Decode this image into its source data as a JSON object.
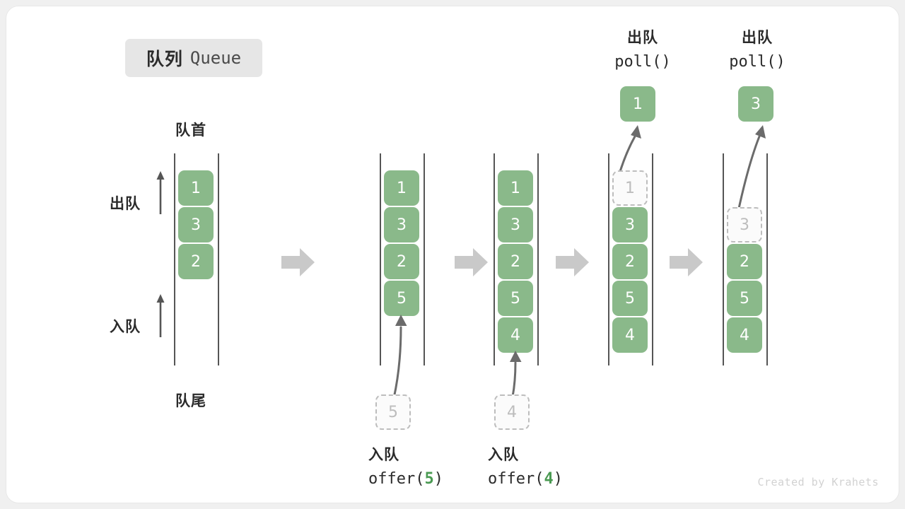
{
  "title": {
    "zh": "队列",
    "en": "Queue"
  },
  "annotations": {
    "head": "队首",
    "tail": "队尾",
    "dequeue": "出队",
    "enqueue": "入队"
  },
  "colors": {
    "cell_fill": "#8ab98a",
    "cell_text": "#ffffff",
    "ghost_border": "#bdbdbd",
    "ghost_text": "#bdbdbd",
    "rail": "#555555",
    "step_arrow": "#c9c9c9",
    "motion_arrow": "#6b6b6b",
    "accent_number": "#4a9a52",
    "badge_bg": "#e6e6e6",
    "canvas": "#ffffff"
  },
  "stages": [
    {
      "id": "stage-initial",
      "cells": [
        {
          "value": "1",
          "state": "filled"
        },
        {
          "value": "3",
          "state": "filled"
        },
        {
          "value": "2",
          "state": "filled"
        }
      ]
    },
    {
      "id": "stage-offer-5",
      "cells": [
        {
          "value": "1",
          "state": "filled"
        },
        {
          "value": "3",
          "state": "filled"
        },
        {
          "value": "2",
          "state": "filled"
        },
        {
          "value": "5",
          "state": "filled"
        }
      ],
      "incoming": {
        "value": "5",
        "state": "ghost"
      },
      "op": {
        "zh": "入队",
        "fn": "offer(",
        "arg": "5",
        "close": ")"
      }
    },
    {
      "id": "stage-offer-4",
      "cells": [
        {
          "value": "1",
          "state": "filled"
        },
        {
          "value": "3",
          "state": "filled"
        },
        {
          "value": "2",
          "state": "filled"
        },
        {
          "value": "5",
          "state": "filled"
        },
        {
          "value": "4",
          "state": "filled"
        }
      ],
      "incoming": {
        "value": "4",
        "state": "ghost"
      },
      "op": {
        "zh": "入队",
        "fn": "offer(",
        "arg": "4",
        "close": ")"
      }
    },
    {
      "id": "stage-poll-1",
      "cells": [
        {
          "value": "1",
          "state": "ghost"
        },
        {
          "value": "3",
          "state": "filled"
        },
        {
          "value": "2",
          "state": "filled"
        },
        {
          "value": "5",
          "state": "filled"
        },
        {
          "value": "4",
          "state": "filled"
        }
      ],
      "outgoing": {
        "value": "1",
        "state": "filled"
      },
      "op": {
        "zh": "出队",
        "fn": "poll()"
      }
    },
    {
      "id": "stage-poll-3",
      "cells": [
        {
          "value": "3",
          "state": "ghost"
        },
        {
          "value": "2",
          "state": "filled"
        },
        {
          "value": "5",
          "state": "filled"
        },
        {
          "value": "4",
          "state": "filled"
        }
      ],
      "outgoing": {
        "value": "3",
        "state": "filled"
      },
      "op": {
        "zh": "出队",
        "fn": "poll()"
      }
    }
  ],
  "watermark": "Created by Krahets"
}
